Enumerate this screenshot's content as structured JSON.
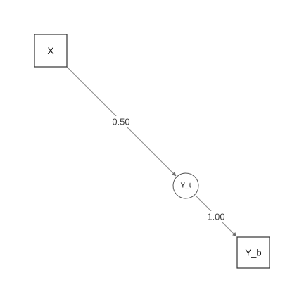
{
  "diagram": {
    "nodes": {
      "x": {
        "label": "X",
        "shape": "square"
      },
      "y_t": {
        "label": "Y_t",
        "shape": "circle"
      },
      "y_b": {
        "label": "Y_b",
        "shape": "square"
      }
    },
    "edges": [
      {
        "from": "X",
        "to": "Y_t",
        "label": "0.50"
      },
      {
        "from": "Y_t",
        "to": "Y_b",
        "label": "1.00"
      }
    ],
    "colors": {
      "edge": "#8c8c8c",
      "node_border": "#333333",
      "text": "#111111"
    }
  }
}
